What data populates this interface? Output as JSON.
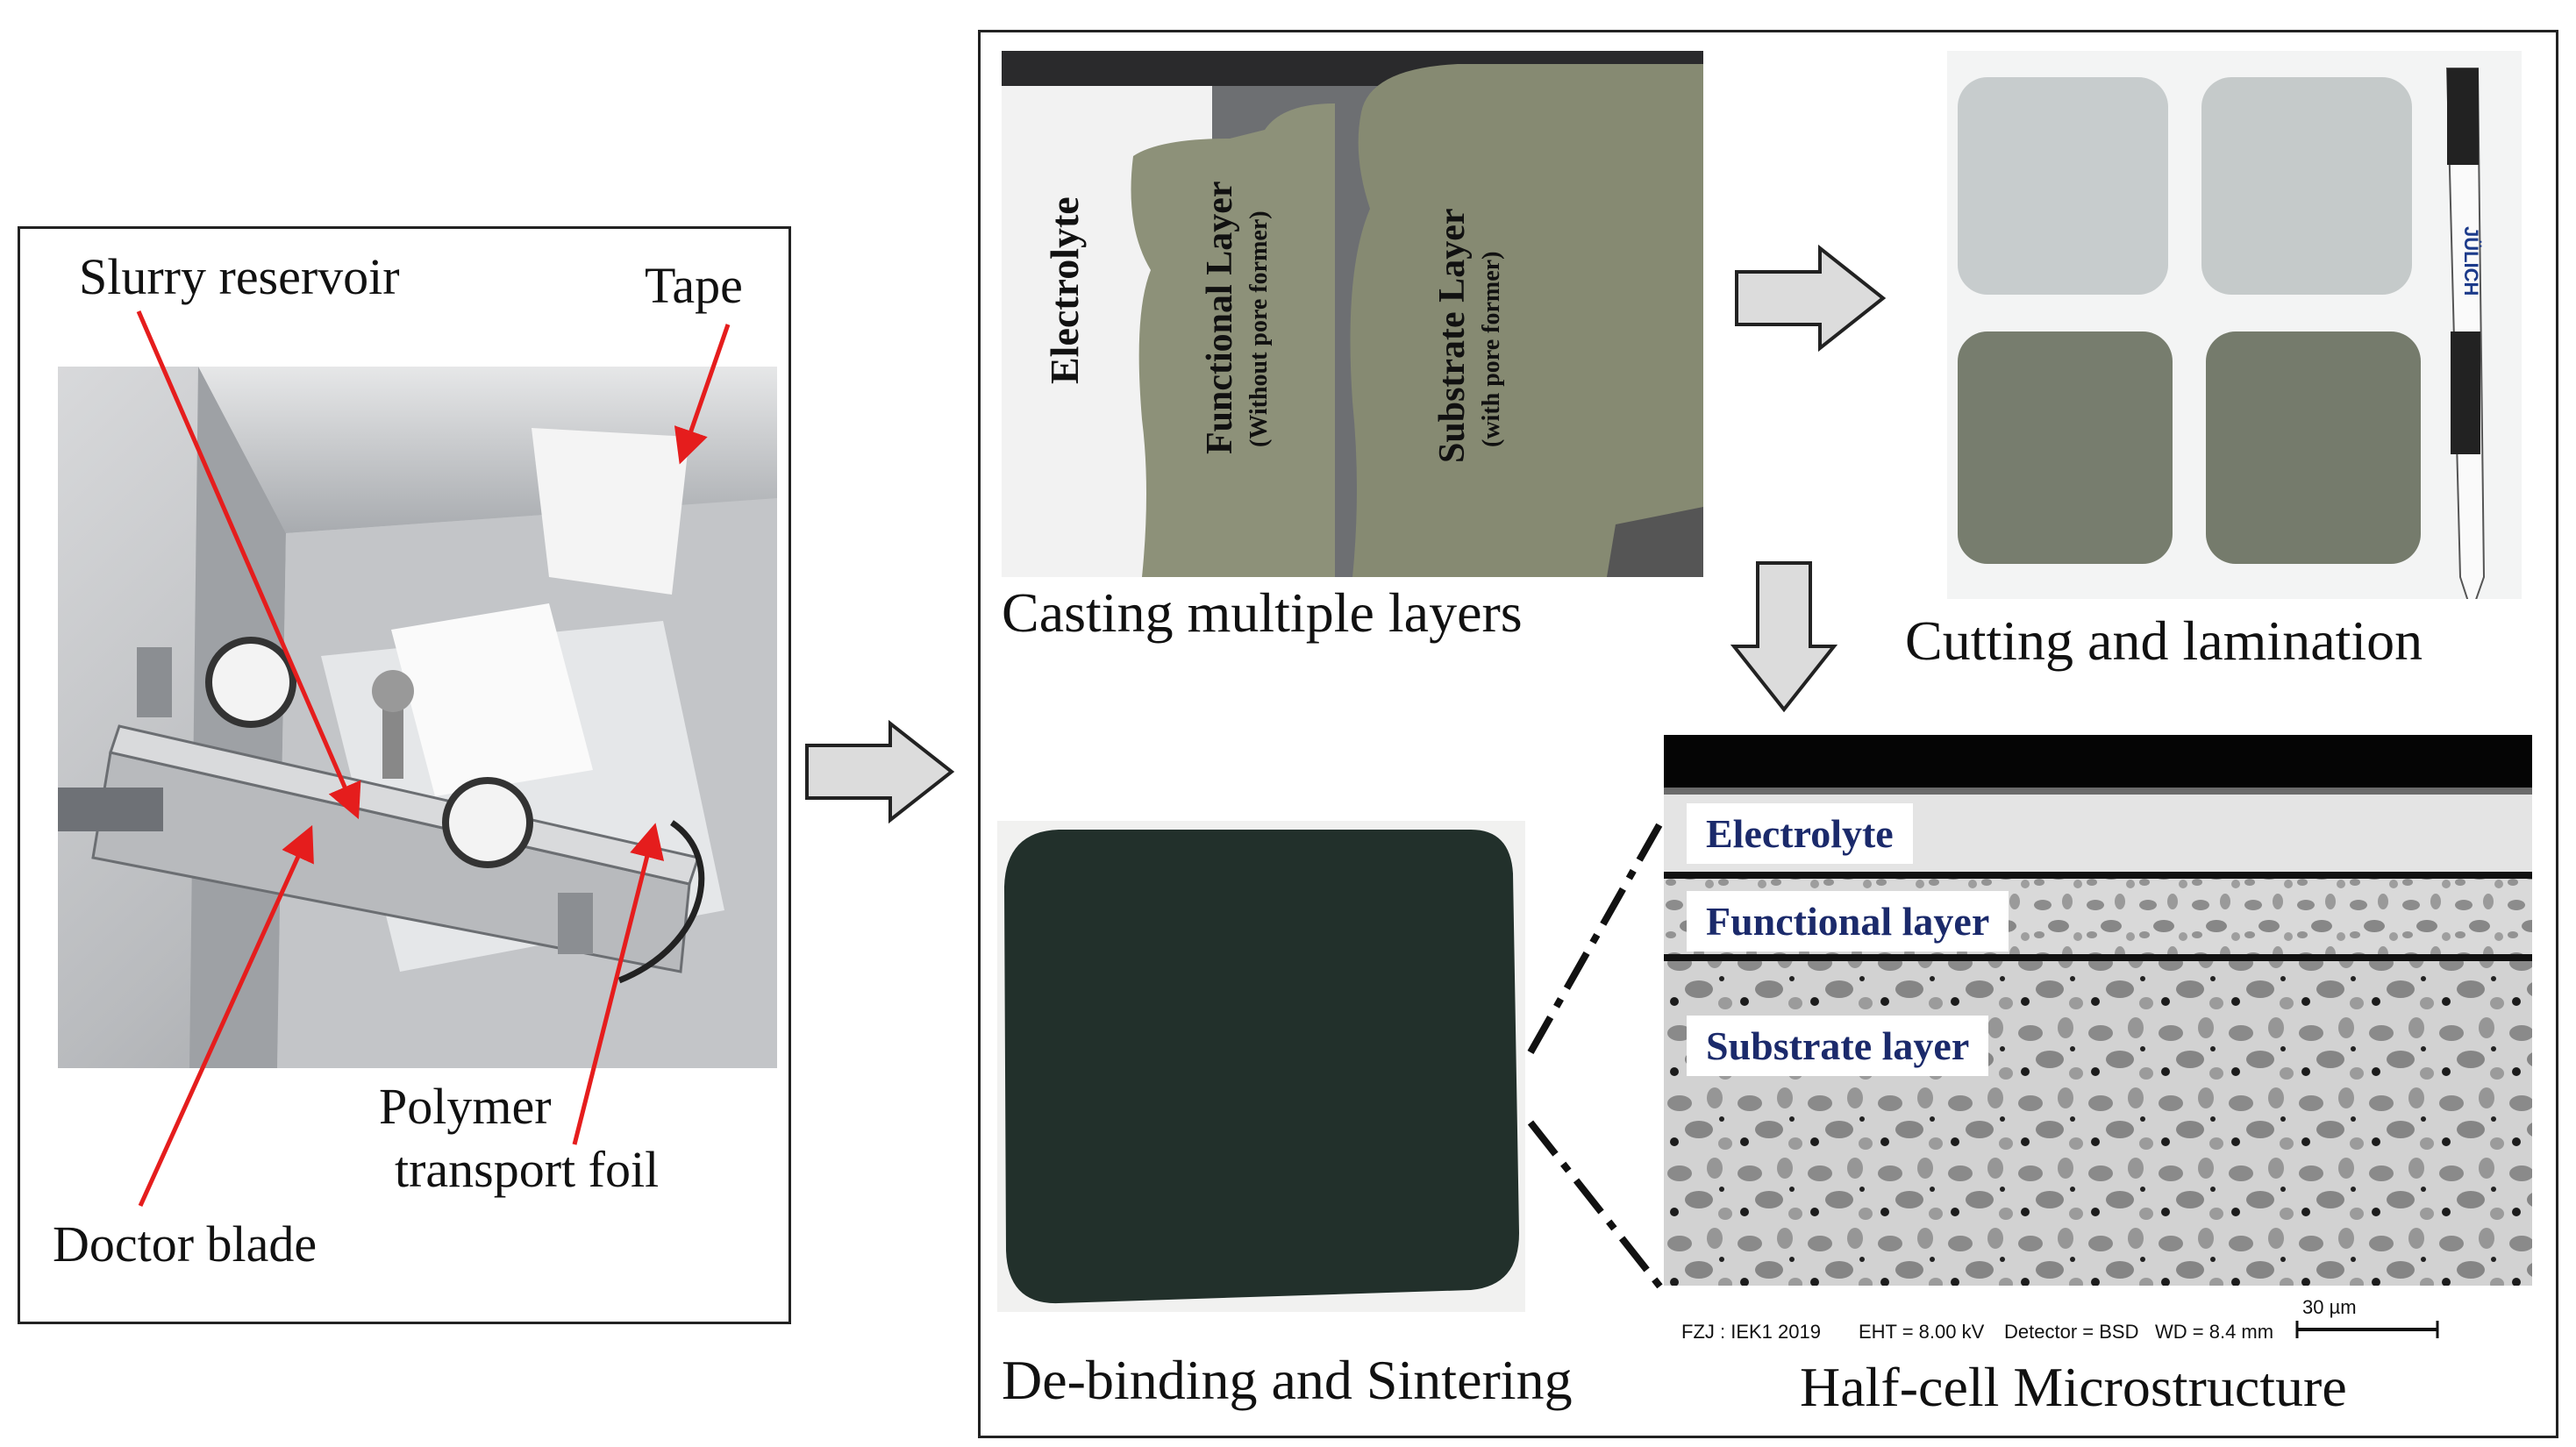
{
  "colors": {
    "arrow_red": "#e51d1d",
    "big_arrow_fill": "#dcdcdc",
    "layer_paper": "#f2f2f2",
    "layer_green": "#8d9179",
    "sintered": "#22302b",
    "sem_title": "#1b2a6b"
  },
  "left_panel": {
    "labels": {
      "slurry_reservoir": "Slurry reservoir",
      "tape": "Tape",
      "polymer_line1": "Polymer",
      "polymer_line2": "transport foil",
      "doctor_blade": "Doctor blade"
    }
  },
  "casting": {
    "layers": {
      "electrolyte": "Electrolyte",
      "functional": "Functional Layer",
      "functional_sub": "(Without pore former)",
      "substrate": "Substrate Layer",
      "substrate_sub": "(with pore former)"
    },
    "caption": "Casting multiple layers"
  },
  "cutting": {
    "caption": "Cutting and lamination",
    "pen_brand": "JÜLICH"
  },
  "sintering": {
    "caption": "De-binding and Sintering"
  },
  "microstructure": {
    "caption": "Half-cell Microstructure",
    "labels": {
      "electrolyte": "Electrolyte",
      "functional": "Functional layer",
      "substrate": "Substrate layer"
    },
    "footer": {
      "org": "FZJ : IEK1 2019",
      "eht": "EHT =  8.00 kV",
      "detector": "Detector = BSD",
      "wd": "WD =  8.4 mm",
      "scale": "30 µm"
    }
  }
}
